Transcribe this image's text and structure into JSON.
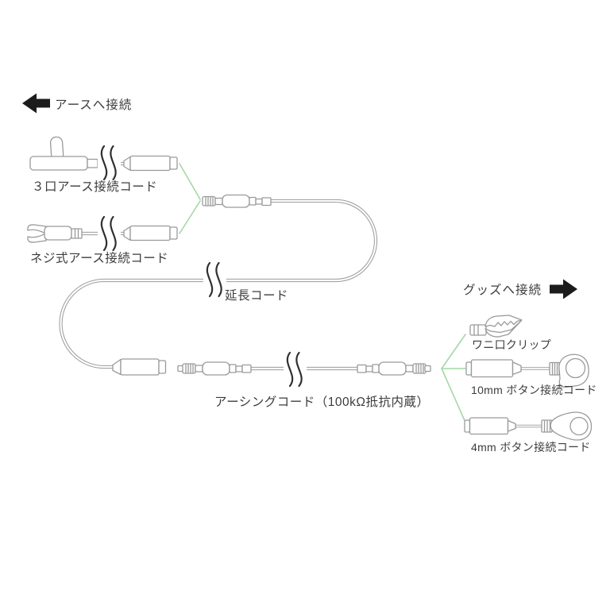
{
  "page": {
    "background": "#ffffff"
  },
  "palette": {
    "outline": "#9a9a9a",
    "break_mark": "#2f2f2f",
    "connection_green": "#a5d7a5",
    "text": "#3c3c3c",
    "arrow_black": "#1c1c1c"
  },
  "headers": {
    "earth": {
      "label": "アースへ接続",
      "arrow_direction": "left"
    },
    "goods": {
      "label": "グッズへ接続",
      "arrow_direction": "right"
    }
  },
  "components": {
    "three_port_earth_cord": {
      "label": "３口アース接続コード"
    },
    "screw_earth_cord": {
      "label": "ネジ式アース接続コード"
    },
    "extension_cord": {
      "label": "延長コード"
    },
    "earthing_cord": {
      "label": "アーシングコード（100kΩ抵抗内蔵）"
    },
    "alligator_clip": {
      "label": "ワニ口クリップ"
    },
    "button_10mm_cord": {
      "label": "10mm ボタン接続コード"
    },
    "button_4mm_cord": {
      "label": "4mm ボタン接続コード"
    }
  }
}
